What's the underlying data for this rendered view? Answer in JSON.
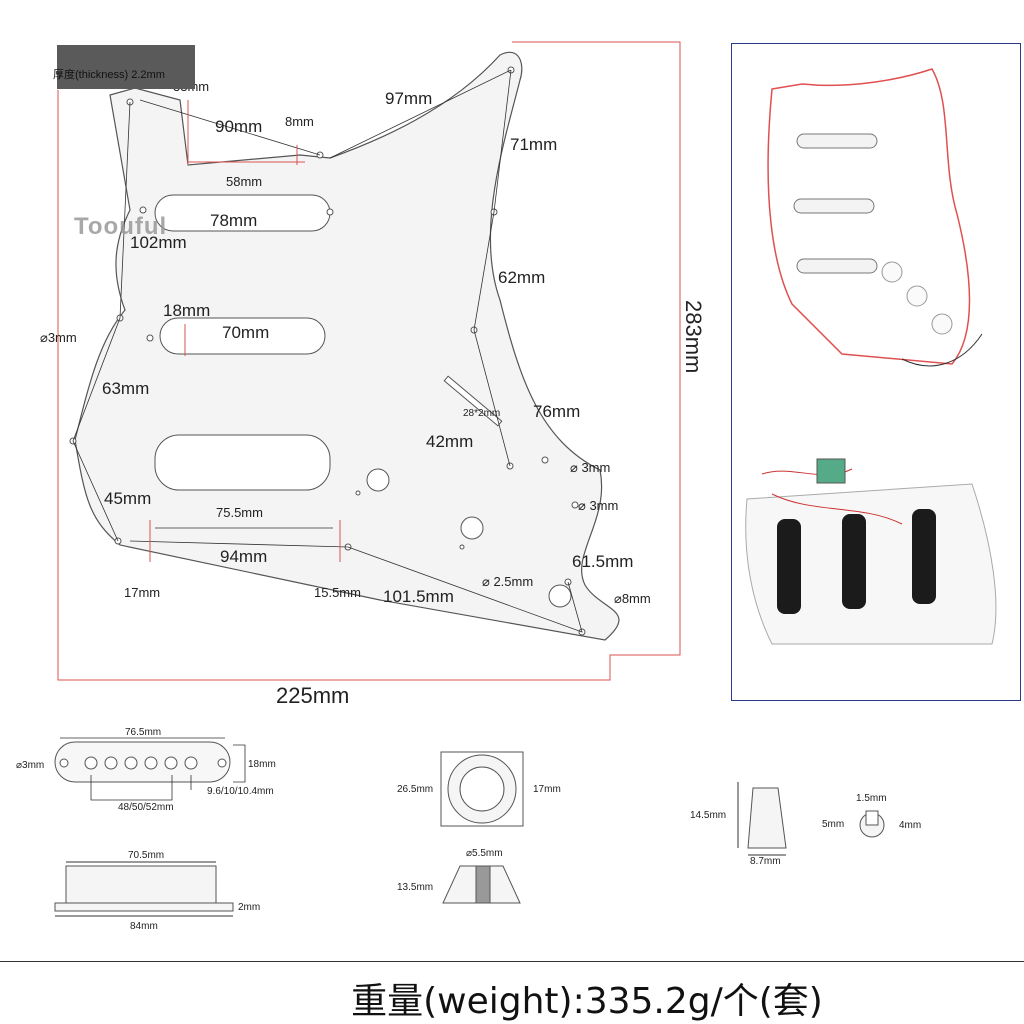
{
  "thickness_label": "厚度(thickness) 2.2mm",
  "brand": "Toouful",
  "weight_text": "重量(weight):335.2g/个(套)",
  "pickguard_dims": {
    "d33": "33mm",
    "d90": "90mm",
    "d8": "8mm",
    "d97": "97mm",
    "d71": "71mm",
    "d58": "58mm",
    "d78": "78mm",
    "d102": "102mm",
    "d62": "62mm",
    "d18": "18mm",
    "d70": "70mm",
    "d3a": "⌀3mm",
    "d283": "283mm",
    "d63": "63mm",
    "d28": "28*2mm",
    "d76": "76mm",
    "d42": "42mm",
    "d3b": "⌀ 3mm",
    "d45": "45mm",
    "d3c": "⌀ 3mm",
    "d755": "75.5mm",
    "d94": "94mm",
    "d615": "61.5mm",
    "d25": "⌀ 2.5mm",
    "d8b": "⌀8mm",
    "d17": "17mm",
    "d155": "15.5mm",
    "d1015": "101.5mm",
    "d225": "225mm"
  },
  "pickup_dims": {
    "w765": "76.5mm",
    "h18": "18mm",
    "hole3": "⌀3mm",
    "spacing": "9.6/10/10.4mm",
    "pole": "48/50/52mm",
    "w705": "70.5mm",
    "h2": "2mm",
    "w84": "84mm"
  },
  "knob_dims": {
    "d265": "26.5mm",
    "d17": "17mm",
    "d55": "⌀5.5mm",
    "h135": "13.5mm"
  },
  "switch_dims": {
    "h145": "14.5mm",
    "w87": "8.7mm",
    "d15": "1.5mm",
    "d5": "5mm",
    "d4": "4mm"
  },
  "colors": {
    "outline": "#555555",
    "dim_red": "#d9534f",
    "frame_blue": "#2a3b8f",
    "pickup_black": "#1b1b1b"
  }
}
